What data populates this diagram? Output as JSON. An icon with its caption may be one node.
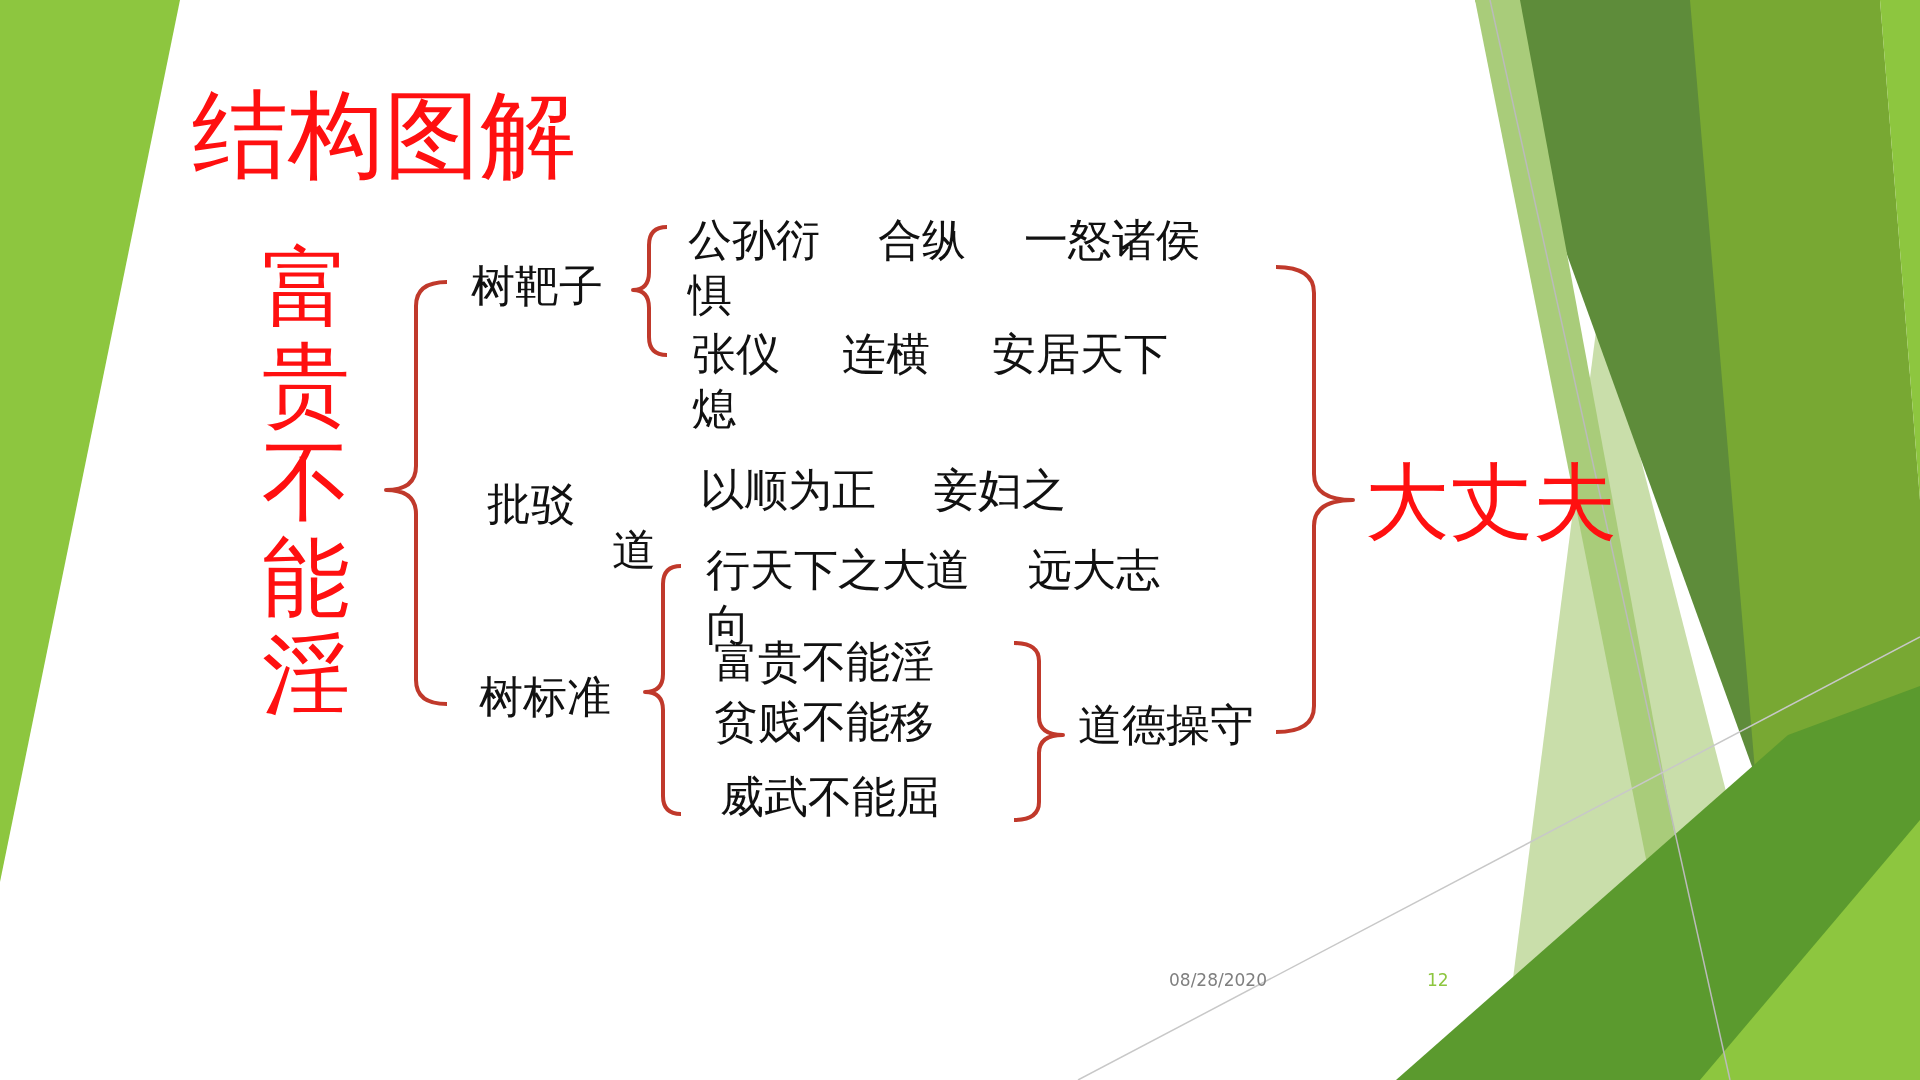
{
  "diagram": {
    "title": "结构图解",
    "labels": [
      "富贵不能淫",
      "树靶子",
      "公孙衍 合纵 一怒诸侯惧",
      "张仪 连横 安居天下熄",
      "批驳",
      "以顺为正 妾妇之",
      "道",
      "行天下之大道 远大志向",
      "富贵不能淫",
      "树标准",
      "贫贱不能移",
      "道德操守",
      "威武不能屈",
      "大丈夫",
      "08/28/2020",
      "12"
    ]
  }
}
